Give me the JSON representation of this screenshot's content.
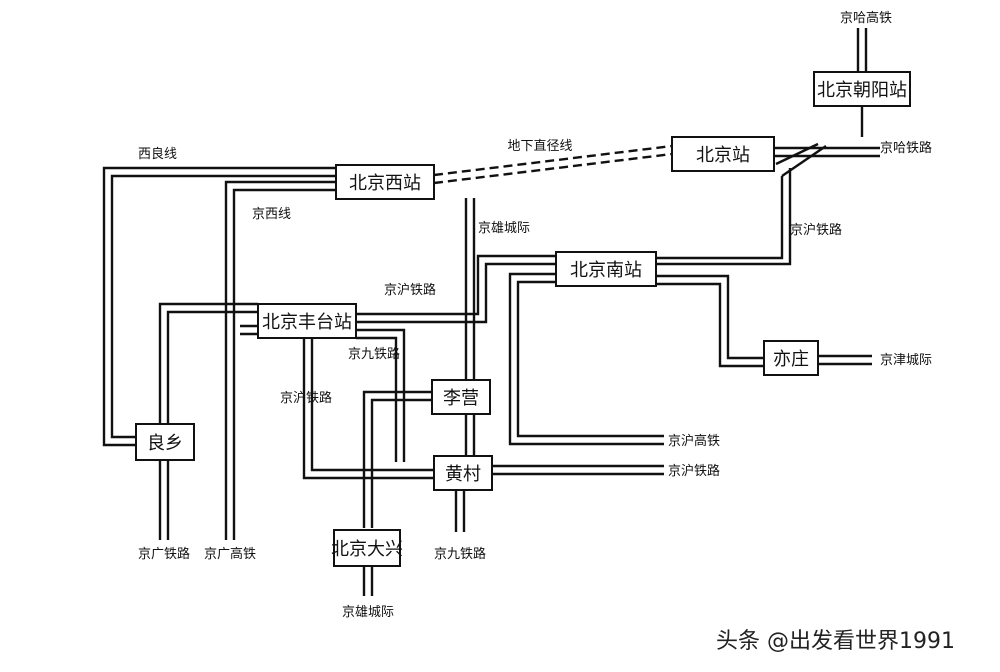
{
  "stations": {
    "chaoyang": "北京朝阳站",
    "beijing": "北京站",
    "xizhan": "北京西站",
    "nanzhan": "北京南站",
    "fengtai": "北京丰台站",
    "yizhuang": "亦庄",
    "liying": "李营",
    "huangcun": "黄村",
    "liangxiang": "良乡",
    "daxing": "北京大兴"
  },
  "lines": {
    "jingha_gaotie": "京哈高铁",
    "jingha_tielu": "京哈铁路",
    "dixia_zhijingxian": "地下直径线",
    "xiliangxian": "西良线",
    "jingxixian": "京西线",
    "jingxiong_chengji_top": "京雄城际",
    "jinghu_tielu_east": "京沪铁路",
    "jinghu_tielu_mid": "京沪铁路",
    "jingjiu_tielu_mid": "京九铁路",
    "jinghu_tielu_left": "京沪铁路",
    "jingjin_chengji": "京津城际",
    "jinghu_gaotie": "京沪高铁",
    "jinghu_tielu_right": "京沪铁路",
    "jingguang_tielu": "京广铁路",
    "jingguang_gaotie": "京广高铁",
    "jingjiu_tielu_bottom": "京九铁路",
    "jingxiong_chengji_bottom": "京雄城际"
  },
  "watermark": "头条 @出发看世界1991"
}
